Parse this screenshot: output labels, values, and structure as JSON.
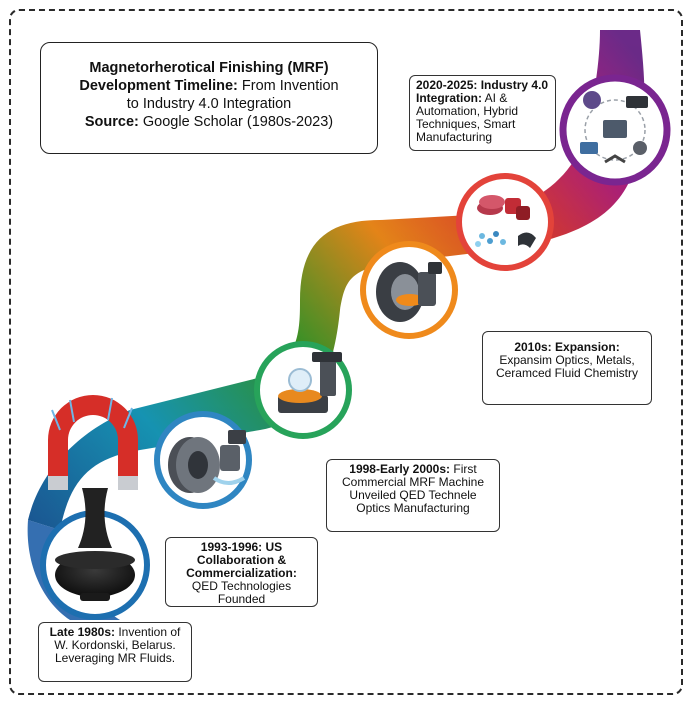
{
  "title": {
    "line1": "Magnetorherotical Finishing (MRF)",
    "line2_bold": "Development Timeline:",
    "line2_rest": " From Invention",
    "line3": "to Industry 4.0 Integration",
    "source_label": "Source:",
    "source_value": " Google Scholar (1980s-2023)"
  },
  "milestones": [
    {
      "id": "late80s",
      "period": "Late 1980s:",
      "text": " Invention of W. Kordonski, Belarus. Leveraging MR Fluids.",
      "icon": "magnet-bowl-icon"
    },
    {
      "id": "1993",
      "period": "1993-1996: US Collaboration & Commercialization:",
      "text": " QED Technologies Founded",
      "icon": "polishing-wheel-icon"
    },
    {
      "id": "1998",
      "period": "1998-Early 2000s:",
      "text": " First Commercial MRF Machine Unveiled QED Technele Optics Manufacturing",
      "icon": "mrf-machine-icon"
    },
    {
      "id": "2010",
      "period": "2010s: Expansion:",
      "text": " Expansim Optics, Metals, Ceramced Fluid Chemistry",
      "icon": "advanced-machine-icon"
    },
    {
      "id": "2020",
      "period": "2020-2025: Industry 4.0 Integration:",
      "text": " AI & Automation, Hybrid Techniques, Smart Manufacturing",
      "icon": "materials-icon"
    }
  ],
  "extra_icon": "industry-4-hub-icon",
  "colors": {
    "blue": "#1f5fa8",
    "cyan": "#19a6c9",
    "green": "#33a02c",
    "orange": "#f28c1a",
    "red": "#e23d2d",
    "magenta": "#b0207f",
    "purple": "#6b2a88"
  }
}
